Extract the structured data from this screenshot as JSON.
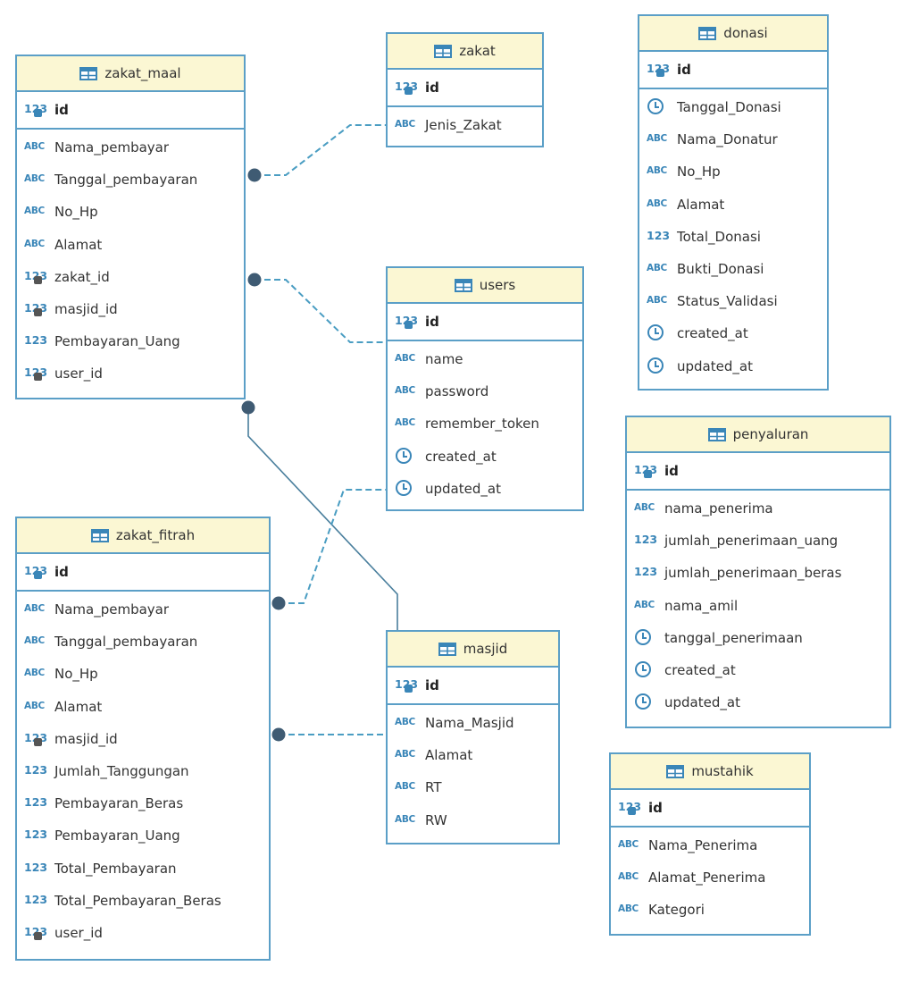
{
  "colors": {
    "border": "#5b9fc7",
    "header_bg": "#fbf7d3",
    "icon": "#3a86b8",
    "line": "#4a9dc2",
    "dot": "#3f5b73"
  },
  "entities": {
    "zakat_maal": {
      "name": "zakat_maal",
      "pk": {
        "name": "id",
        "type": "123",
        "key": "primary"
      },
      "columns": [
        {
          "name": "Nama_pembayar",
          "type": "ABC"
        },
        {
          "name": "Tanggal_pembayaran",
          "type": "ABC"
        },
        {
          "name": "No_Hp",
          "type": "ABC"
        },
        {
          "name": "Alamat",
          "type": "ABC"
        },
        {
          "name": "zakat_id",
          "type": "123",
          "key": "foreign"
        },
        {
          "name": "masjid_id",
          "type": "123",
          "key": "foreign"
        },
        {
          "name": "Pembayaran_Uang",
          "type": "123"
        },
        {
          "name": "user_id",
          "type": "123",
          "key": "foreign"
        }
      ]
    },
    "zakat": {
      "name": "zakat",
      "pk": {
        "name": "id",
        "type": "123",
        "key": "primary"
      },
      "columns": [
        {
          "name": "Jenis_Zakat",
          "type": "ABC"
        }
      ]
    },
    "donasi": {
      "name": "donasi",
      "pk": {
        "name": "id",
        "type": "123",
        "key": "primary"
      },
      "columns": [
        {
          "name": "Tanggal_Donasi",
          "type": "datetime"
        },
        {
          "name": "Nama_Donatur",
          "type": "ABC"
        },
        {
          "name": "No_Hp",
          "type": "ABC"
        },
        {
          "name": "Alamat",
          "type": "ABC"
        },
        {
          "name": "Total_Donasi",
          "type": "123"
        },
        {
          "name": "Bukti_Donasi",
          "type": "ABC"
        },
        {
          "name": "Status_Validasi",
          "type": "ABC"
        },
        {
          "name": "created_at",
          "type": "datetime"
        },
        {
          "name": "updated_at",
          "type": "datetime"
        }
      ]
    },
    "users": {
      "name": "users",
      "pk": {
        "name": "id",
        "type": "123",
        "key": "primary"
      },
      "columns": [
        {
          "name": "name",
          "type": "ABC"
        },
        {
          "name": "password",
          "type": "ABC"
        },
        {
          "name": "remember_token",
          "type": "ABC"
        },
        {
          "name": "created_at",
          "type": "datetime"
        },
        {
          "name": "updated_at",
          "type": "datetime"
        }
      ]
    },
    "penyaluran": {
      "name": "penyaluran",
      "pk": {
        "name": "id",
        "type": "123",
        "key": "primary"
      },
      "columns": [
        {
          "name": "nama_penerima",
          "type": "ABC"
        },
        {
          "name": "jumlah_penerimaan_uang",
          "type": "123"
        },
        {
          "name": "jumlah_penerimaan_beras",
          "type": "123"
        },
        {
          "name": "nama_amil",
          "type": "ABC"
        },
        {
          "name": "tanggal_penerimaan",
          "type": "datetime"
        },
        {
          "name": "created_at",
          "type": "datetime"
        },
        {
          "name": "updated_at",
          "type": "datetime"
        }
      ]
    },
    "zakat_fitrah": {
      "name": "zakat_fitrah",
      "pk": {
        "name": "id",
        "type": "123",
        "key": "primary"
      },
      "columns": [
        {
          "name": "Nama_pembayar",
          "type": "ABC"
        },
        {
          "name": "Tanggal_pembayaran",
          "type": "ABC"
        },
        {
          "name": "No_Hp",
          "type": "ABC"
        },
        {
          "name": "Alamat",
          "type": "ABC"
        },
        {
          "name": "masjid_id",
          "type": "123",
          "key": "foreign"
        },
        {
          "name": "Jumlah_Tanggungan",
          "type": "123"
        },
        {
          "name": "Pembayaran_Beras",
          "type": "123"
        },
        {
          "name": "Pembayaran_Uang",
          "type": "123"
        },
        {
          "name": "Total_Pembayaran",
          "type": "123"
        },
        {
          "name": "Total_Pembayaran_Beras",
          "type": "123"
        },
        {
          "name": "user_id",
          "type": "123",
          "key": "foreign"
        }
      ]
    },
    "masjid": {
      "name": "masjid",
      "pk": {
        "name": "id",
        "type": "123",
        "key": "primary"
      },
      "columns": [
        {
          "name": "Nama_Masjid",
          "type": "ABC"
        },
        {
          "name": "Alamat",
          "type": "ABC"
        },
        {
          "name": "RT",
          "type": "ABC"
        },
        {
          "name": "RW",
          "type": "ABC"
        }
      ]
    },
    "mustahik": {
      "name": "mustahik",
      "pk": {
        "name": "id",
        "type": "123",
        "key": "primary"
      },
      "columns": [
        {
          "name": "Nama_Penerima",
          "type": "ABC"
        },
        {
          "name": "Alamat_Penerima",
          "type": "ABC"
        },
        {
          "name": "Kategori",
          "type": "ABC"
        }
      ]
    }
  },
  "relationships": [
    {
      "from": "zakat_maal",
      "column": "zakat_id",
      "to": "zakat"
    },
    {
      "from": "zakat_maal",
      "column": "user_id",
      "to": "users"
    },
    {
      "from": "zakat_maal",
      "column": "masjid_id",
      "to": "masjid"
    },
    {
      "from": "zakat_fitrah",
      "column": "user_id",
      "to": "users"
    },
    {
      "from": "zakat_fitrah",
      "column": "masjid_id",
      "to": "masjid"
    }
  ]
}
